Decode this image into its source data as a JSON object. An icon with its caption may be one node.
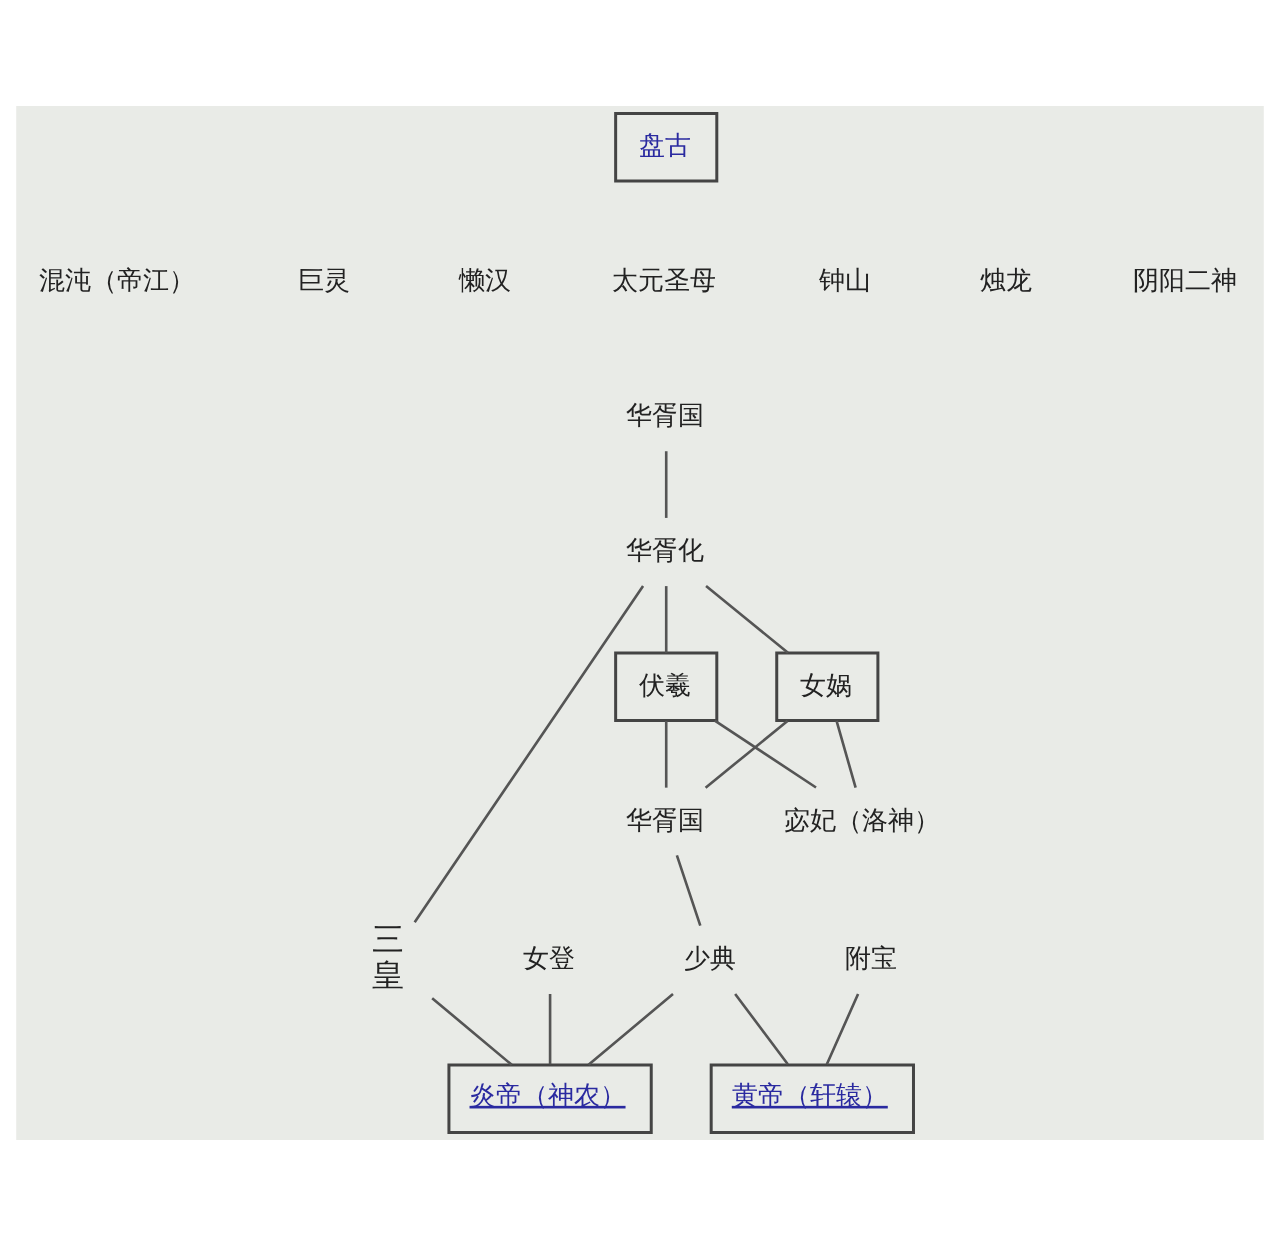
{
  "diagram": {
    "nodes": [
      {
        "text": [
          "盘古"
        ]
      },
      {
        "text": [
          "华胥国"
        ]
      },
      {
        "text": [
          "华胥化"
        ]
      },
      {
        "text": [
          "伏羲"
        ]
      },
      {
        "text": [
          "女娲"
        ]
      },
      {
        "text": [
          "华胥国"
        ]
      },
      {
        "text": [
          "宓妃（洛神）"
        ]
      },
      {
        "text": [
          "三皇"
        ]
      },
      {
        "text": [
          "女登"
        ]
      },
      {
        "text": [
          "少典"
        ]
      },
      {
        "text": [
          "附宝"
        ]
      },
      {
        "text": [
          "炎帝（神农）"
        ]
      },
      {
        "text": [
          "黄帝（轩辕）"
        ]
      }
    ],
    "edges": [
      {
        "from": 1,
        "to": 2,
        "arrow": "none"
      },
      {
        "from": 2,
        "to": 7,
        "arrow": "none"
      },
      {
        "from": 2,
        "to": 3,
        "arrow": "none"
      },
      {
        "from": 2,
        "to": 4,
        "arrow": "none"
      },
      {
        "from": 7,
        "to": 11,
        "arrow": "none"
      },
      {
        "from": 3,
        "to": 5,
        "arrow": "none"
      },
      {
        "from": 4,
        "to": 5,
        "arrow": "none"
      },
      {
        "from": 3,
        "to": 6,
        "arrow": "none"
      },
      {
        "from": 4,
        "to": 6,
        "arrow": "none"
      },
      {
        "from": 5,
        "to": 9,
        "arrow": "none"
      },
      {
        "from": 8,
        "to": 11,
        "arrow": "none"
      },
      {
        "from": 9,
        "to": 11,
        "arrow": "none"
      },
      {
        "from": 9,
        "to": 12,
        "arrow": "none"
      },
      {
        "from": 10,
        "to": 12,
        "arrow": "none"
      }
    ],
    "labels": [
      "混沌（帝江）",
      "巨灵",
      "懒汉",
      "太元圣母",
      "钟山",
      "烛龙",
      "阴阳二神"
    ]
  }
}
